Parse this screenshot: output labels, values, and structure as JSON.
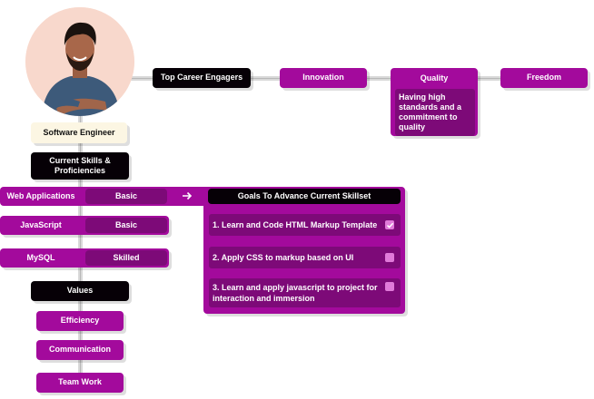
{
  "profile": {
    "title": "Software Engineer"
  },
  "engagers": {
    "heading": "Top Career Engagers",
    "items": [
      {
        "label": "Innovation"
      },
      {
        "label": "Quality",
        "description": "Having high standards and  a commitment to quality"
      },
      {
        "label": "Freedom"
      }
    ]
  },
  "skills": {
    "heading": "Current Skills & Proficiencies",
    "items": [
      {
        "name": "Web Applications",
        "level": "Basic"
      },
      {
        "name": "JavaScript",
        "level": "Basic"
      },
      {
        "name": "MySQL",
        "level": "Skilled"
      }
    ]
  },
  "goals": {
    "heading": "Goals To Advance Current Skillset",
    "items": [
      {
        "text": "1. Learn and Code HTML Markup Template",
        "checked": true
      },
      {
        "text": "2. Apply CSS to markup based on UI",
        "checked": false
      },
      {
        "text": "3. Learn and apply javascript to project for interaction and immersion",
        "checked": false
      }
    ]
  },
  "values": {
    "heading": "Values",
    "items": [
      {
        "label": "Efficiency"
      },
      {
        "label": "Communication"
      },
      {
        "label": "Team Work"
      }
    ]
  },
  "colors": {
    "accent": "#a30a9c",
    "accent_dark": "#7d0a78",
    "heading_bg": "#060006",
    "title_bg": "#fcf6e3",
    "checkbox": "#e07ad9"
  },
  "icons": [
    "profile-photo",
    "arrow-right-icon",
    "checkmark-icon"
  ]
}
